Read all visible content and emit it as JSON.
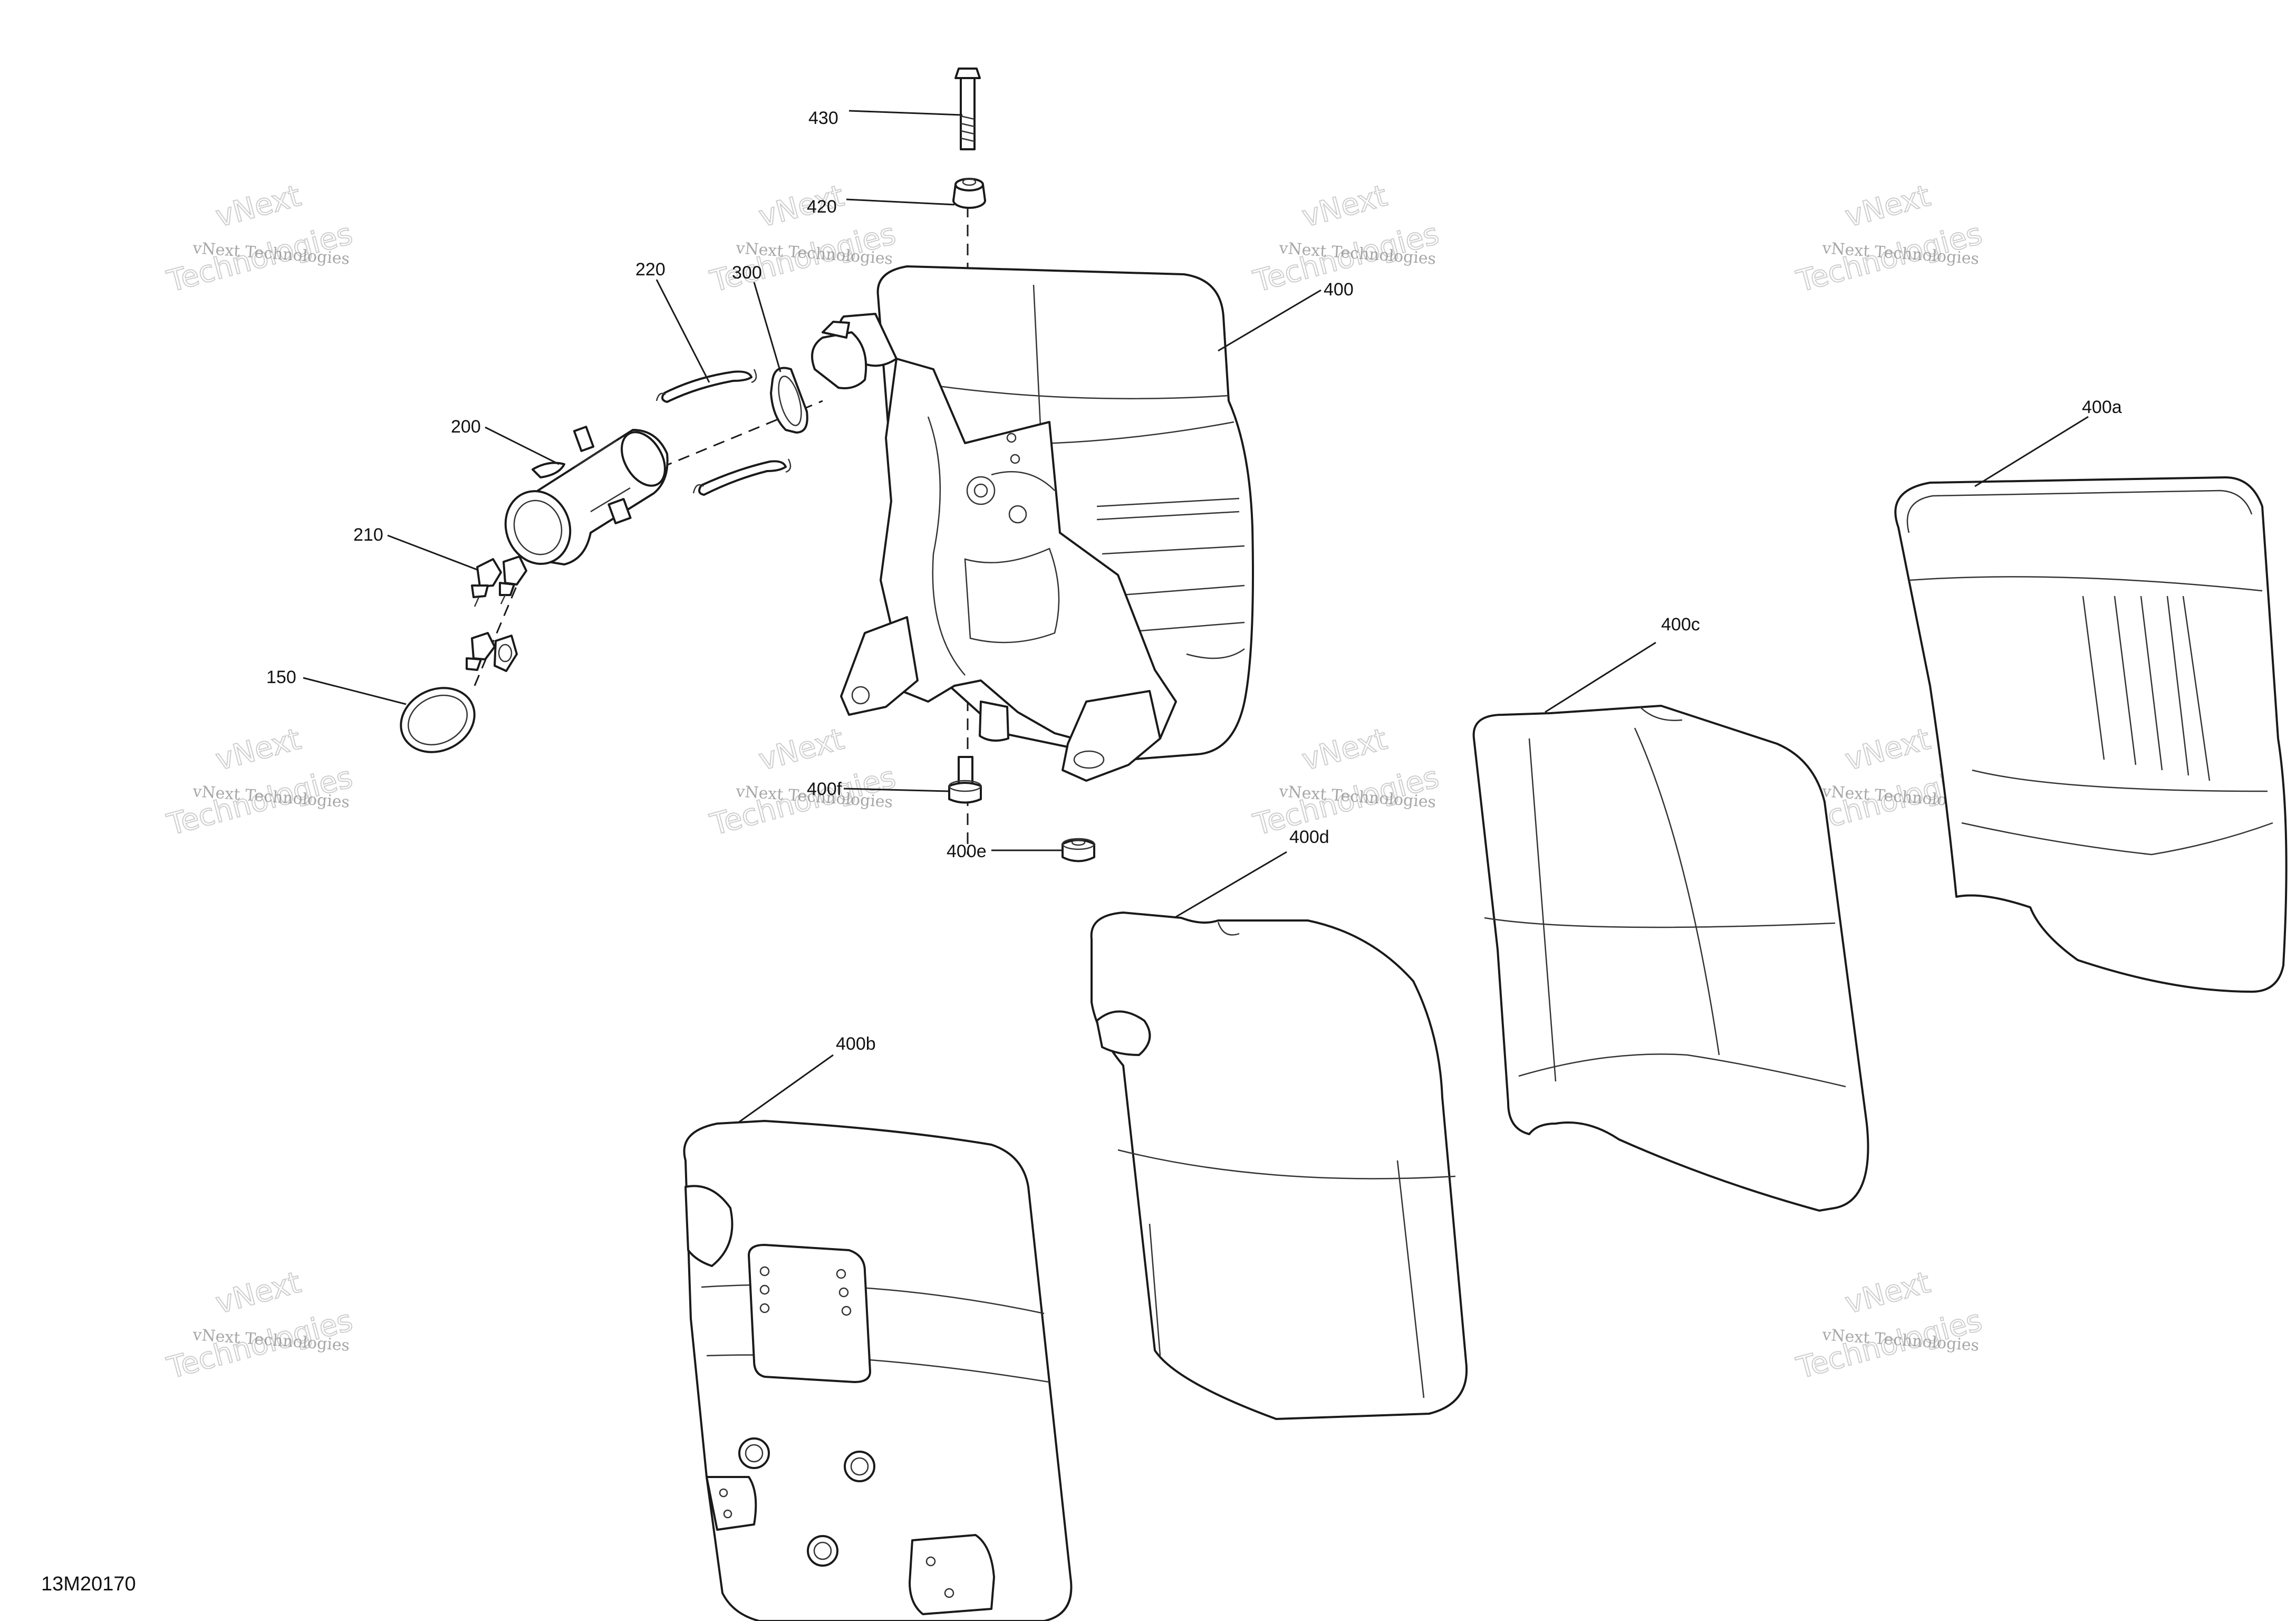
{
  "callouts": {
    "c430": "430",
    "c420": "420",
    "c400": "400",
    "c300": "300",
    "c220": "220",
    "c200": "200",
    "c210": "210",
    "c150": "150",
    "c400f": "400f",
    "c400e": "400e",
    "c400a": "400a",
    "c400b": "400b",
    "c400c": "400c",
    "c400d": "400d"
  },
  "drawing_ref": "13M20170",
  "watermark": {
    "line1": "vNext",
    "line2": "vNext Technologies",
    "line3": "Technologies"
  }
}
